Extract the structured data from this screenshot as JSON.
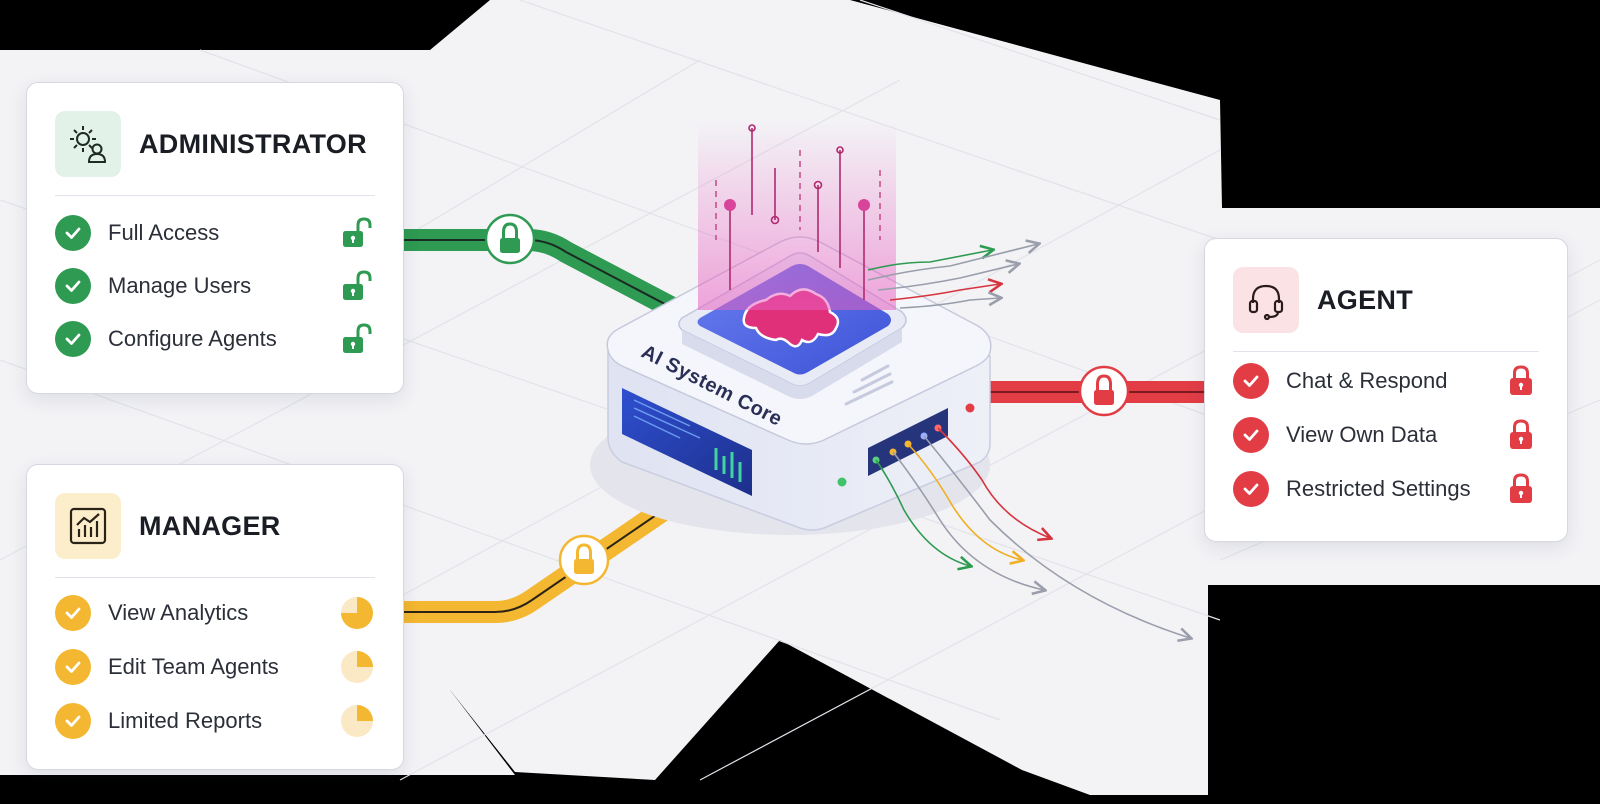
{
  "core": {
    "label": "AI System Core"
  },
  "cards": {
    "admin": {
      "title": "ADMINISTRATOR",
      "color": "#2e9a52",
      "items": [
        {
          "label": "Full Access",
          "status": "unlocked"
        },
        {
          "label": "Manage Users",
          "status": "unlocked"
        },
        {
          "label": "Configure Agents",
          "status": "unlocked"
        }
      ]
    },
    "manager": {
      "title": "MANAGER",
      "color": "#f4b731",
      "items": [
        {
          "label": "View Analytics",
          "pie_fraction": 0.75
        },
        {
          "label": "Edit Team Agents",
          "pie_fraction": 0.25
        },
        {
          "label": "Limited Reports",
          "pie_fraction": 0.25
        }
      ]
    },
    "agent": {
      "title": "AGENT",
      "color": "#e23d45",
      "items": [
        {
          "label": "Chat & Respond",
          "status": "locked"
        },
        {
          "label": "View Own Data",
          "status": "locked"
        },
        {
          "label": "Restricted Settings",
          "status": "locked"
        }
      ]
    }
  },
  "colors": {
    "admin": "#2e9a52",
    "manager": "#f4b731",
    "agent": "#e23d45",
    "core_screen": "#4a63e0",
    "core_logo": "#e0307a",
    "beam": "#e85fbf"
  }
}
